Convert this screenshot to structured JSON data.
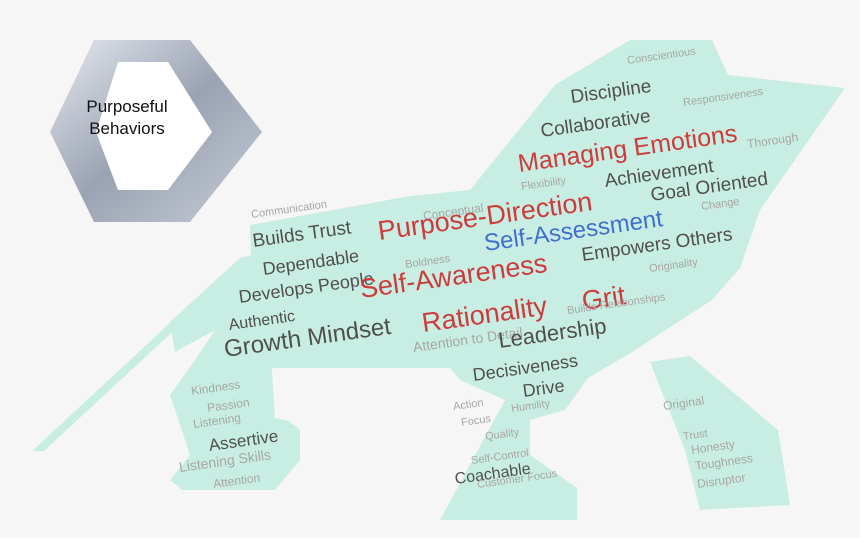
{
  "badge": {
    "line1": "Purposeful",
    "line2": "Behaviors"
  },
  "colors": {
    "shape": "#c8eee3",
    "gray": "#a6a6a6",
    "dark": "#4f4f4f",
    "red": "#cf3a3a",
    "blue": "#3f6fcf"
  },
  "words": [
    {
      "text": "Conscientious",
      "color": "gray"
    },
    {
      "text": "Discipline",
      "color": "dark"
    },
    {
      "text": "Responsiveness",
      "color": "gray"
    },
    {
      "text": "Collaborative",
      "color": "dark"
    },
    {
      "text": "Managing Emotions",
      "color": "red"
    },
    {
      "text": "Thorough",
      "color": "gray"
    },
    {
      "text": "Achievement",
      "color": "dark"
    },
    {
      "text": "Flexibility",
      "color": "gray"
    },
    {
      "text": "Goal Oriented",
      "color": "dark"
    },
    {
      "text": "Change",
      "color": "gray"
    },
    {
      "text": "Communication",
      "color": "gray"
    },
    {
      "text": "Conceptual",
      "color": "gray"
    },
    {
      "text": "Purpose-Direction",
      "color": "red"
    },
    {
      "text": "Builds Trust",
      "color": "dark"
    },
    {
      "text": "Self-Assessment",
      "color": "blue"
    },
    {
      "text": "Dependable",
      "color": "dark"
    },
    {
      "text": "Empowers Others",
      "color": "dark"
    },
    {
      "text": "Boldness",
      "color": "gray"
    },
    {
      "text": "Develops People",
      "color": "dark"
    },
    {
      "text": "Self-Awareness",
      "color": "red"
    },
    {
      "text": "Originality",
      "color": "gray"
    },
    {
      "text": "Grit",
      "color": "red"
    },
    {
      "text": "Builds Relationships",
      "color": "gray"
    },
    {
      "text": "Authentic",
      "color": "dark"
    },
    {
      "text": "Rationality",
      "color": "red"
    },
    {
      "text": "Growth Mindset",
      "color": "dark"
    },
    {
      "text": "Attention to Detail",
      "color": "gray"
    },
    {
      "text": "Leadership",
      "color": "dark"
    },
    {
      "text": "Decisiveness",
      "color": "dark"
    },
    {
      "text": "Drive",
      "color": "dark"
    },
    {
      "text": "Kindness",
      "color": "gray"
    },
    {
      "text": "Passion",
      "color": "gray"
    },
    {
      "text": "Action",
      "color": "gray"
    },
    {
      "text": "Humility",
      "color": "gray"
    },
    {
      "text": "Focus",
      "color": "gray"
    },
    {
      "text": "Listening",
      "color": "gray"
    },
    {
      "text": "Original",
      "color": "gray"
    },
    {
      "text": "Assertive",
      "color": "dark"
    },
    {
      "text": "Quality",
      "color": "gray"
    },
    {
      "text": "Trust",
      "color": "gray"
    },
    {
      "text": "Listening Skills",
      "color": "gray"
    },
    {
      "text": "Honesty",
      "color": "gray"
    },
    {
      "text": "Self-Control",
      "color": "gray"
    },
    {
      "text": "Toughness",
      "color": "gray"
    },
    {
      "text": "Attention",
      "color": "gray"
    },
    {
      "text": "Coachable",
      "color": "dark"
    },
    {
      "text": "Disruptor",
      "color": "gray"
    },
    {
      "text": "Customer Focus",
      "color": "gray"
    }
  ]
}
